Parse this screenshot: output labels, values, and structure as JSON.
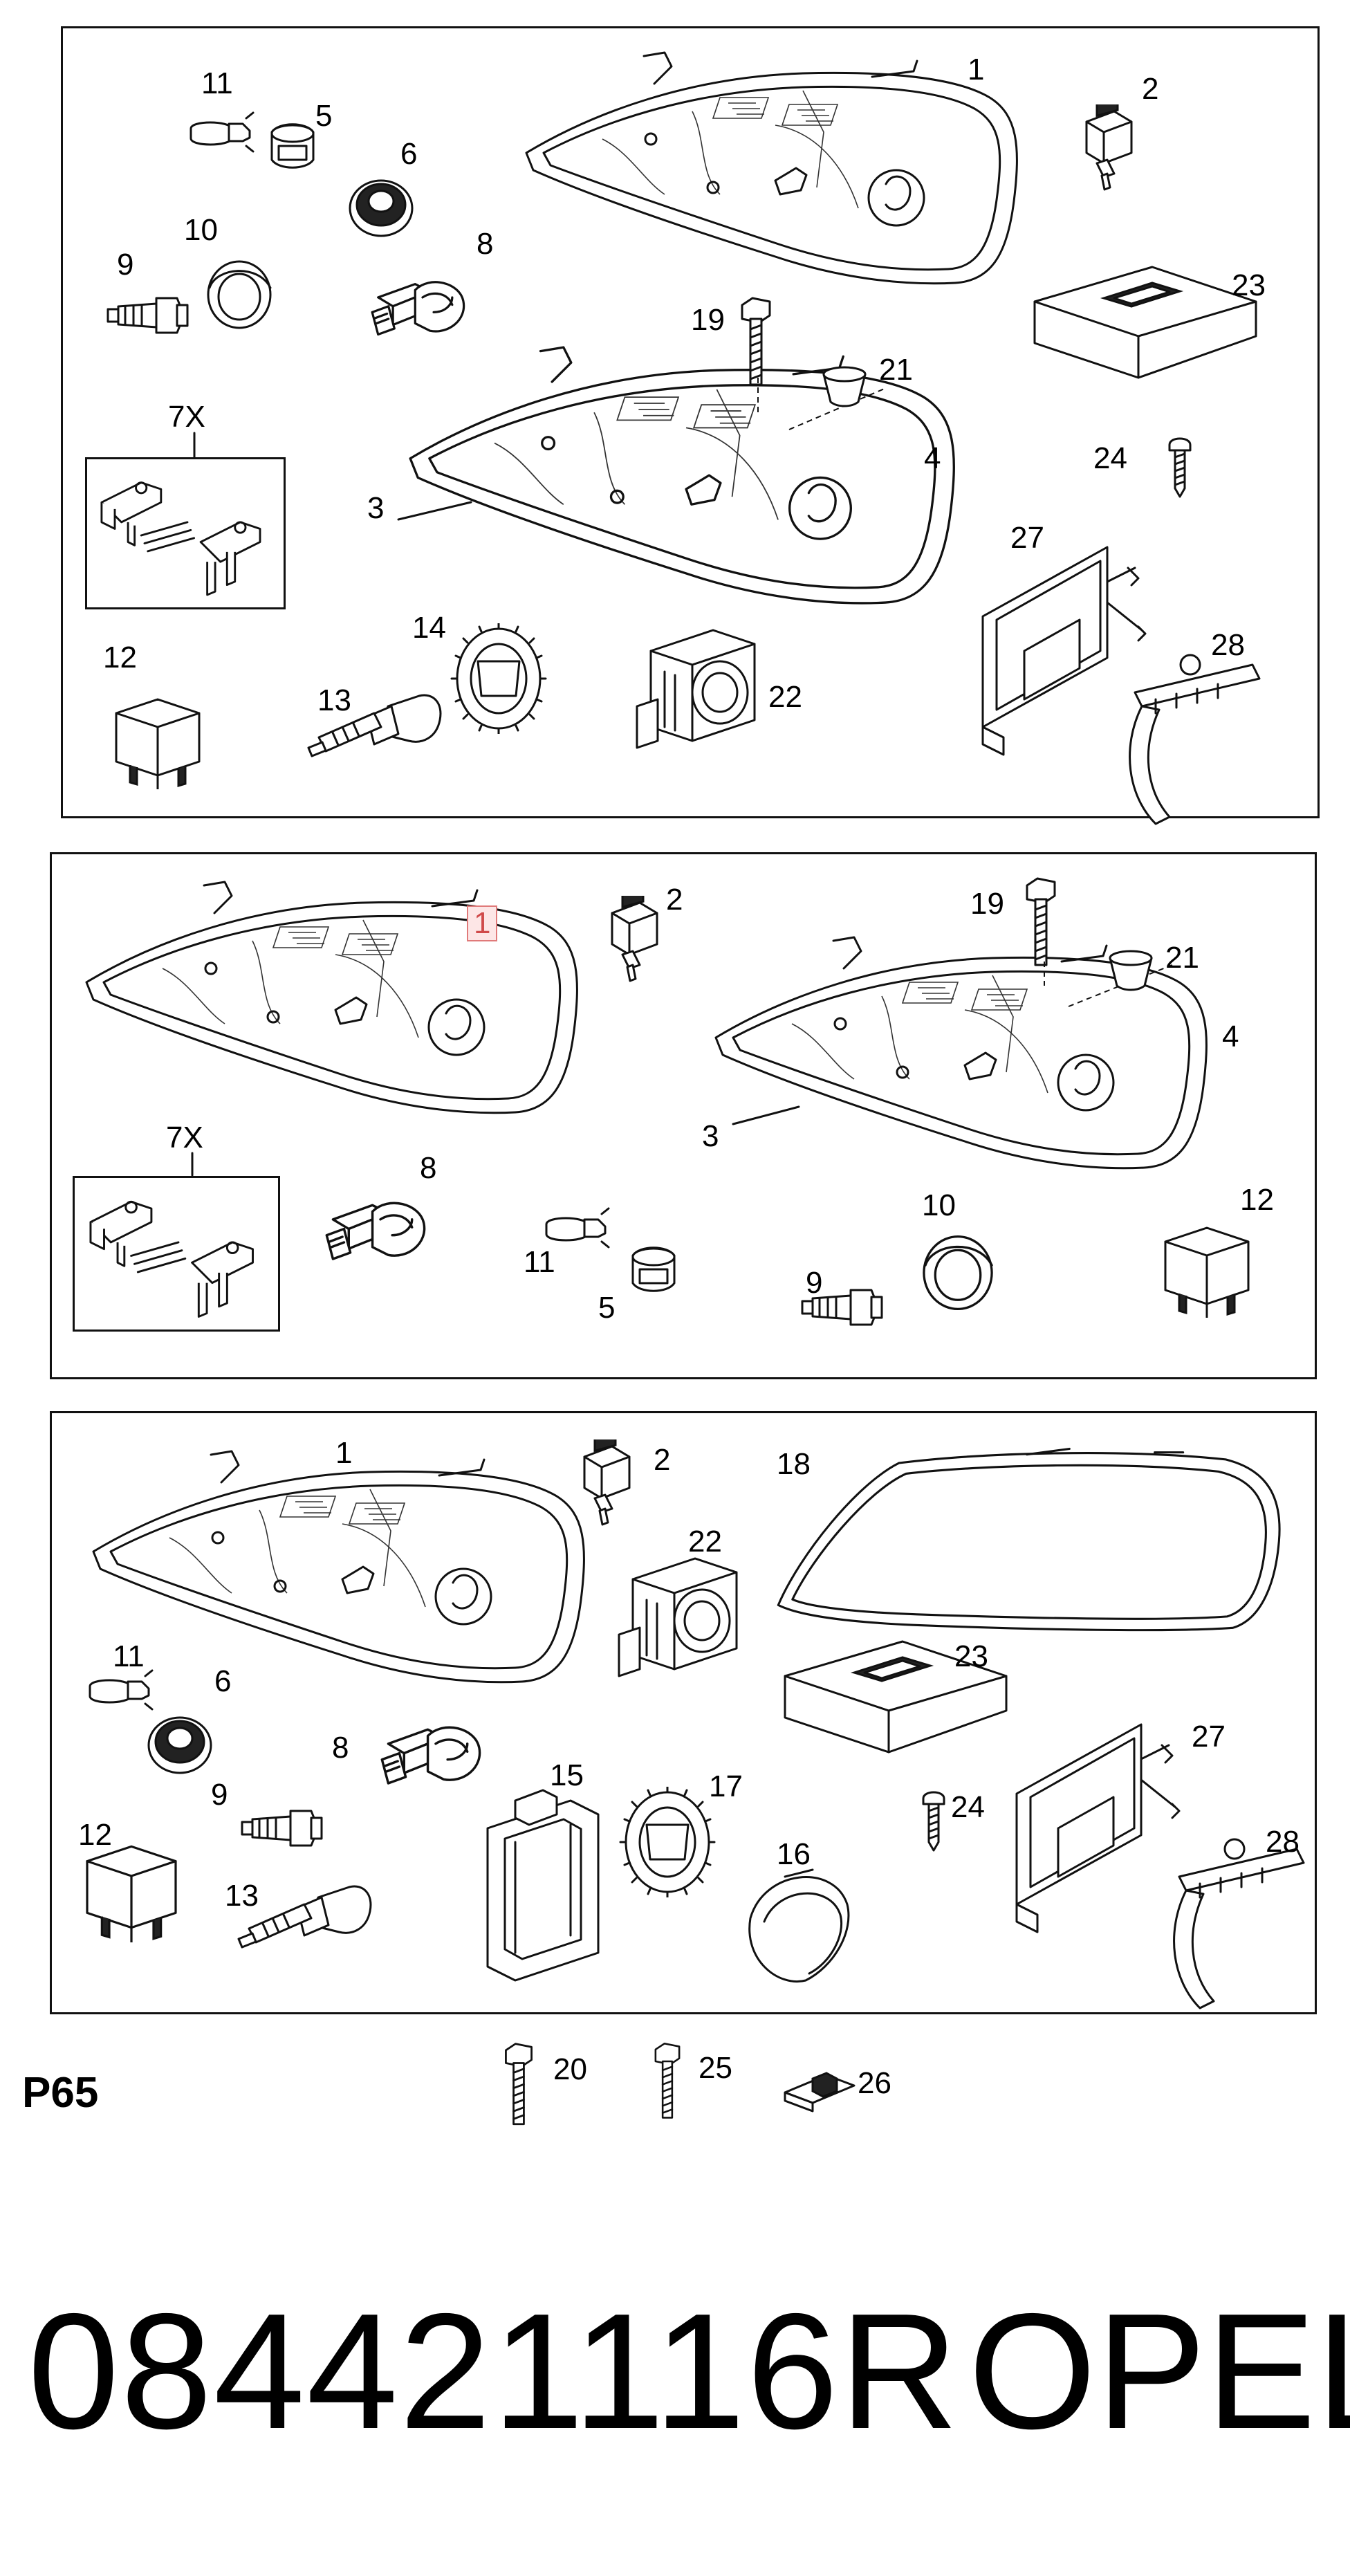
{
  "page_code": "P65",
  "part_number": "084421116R",
  "brand": "OPEL",
  "panel_top": {
    "callouts": [
      "1",
      "2",
      "3",
      "4",
      "5",
      "6",
      "7X",
      "8",
      "9",
      "10",
      "11",
      "12",
      "13",
      "14",
      "19",
      "21",
      "22",
      "23",
      "24",
      "27",
      "28"
    ]
  },
  "panel_middle": {
    "callouts": [
      "1",
      "2",
      "3",
      "4",
      "5",
      "7X",
      "8",
      "9",
      "10",
      "11",
      "12",
      "19",
      "21"
    ],
    "highlighted": "1"
  },
  "panel_bottom": {
    "callouts": [
      "1",
      "2",
      "6",
      "8",
      "9",
      "11",
      "12",
      "13",
      "15",
      "16",
      "17",
      "18",
      "22",
      "23",
      "24",
      "27",
      "28"
    ]
  },
  "loose_parts": {
    "callouts": [
      "20",
      "25",
      "26"
    ]
  }
}
